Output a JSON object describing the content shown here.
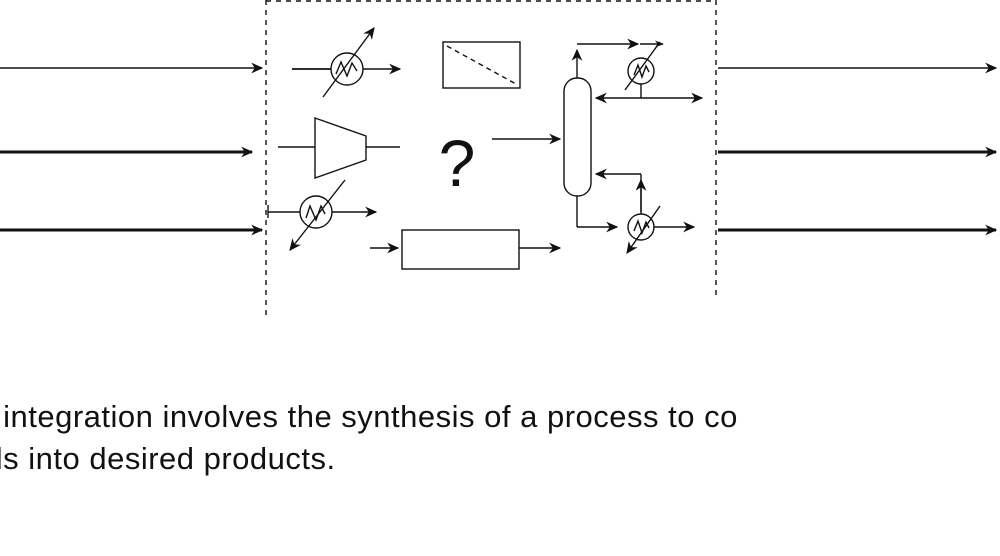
{
  "diagram": {
    "unknown_symbol": "?",
    "stroke_color": "#111111",
    "background": "#ffffff",
    "inputs": 3,
    "outputs": 3,
    "units": [
      "heat-exchanger-icon",
      "heat-exchanger-icon",
      "compressor-icon",
      "flash-drum-icon",
      "reactor-block-icon",
      "distillation-column-icon",
      "condenser-icon",
      "reboiler-icon"
    ]
  },
  "caption": {
    "line1": "s integration involves the synthesis of a process to co",
    "line2": "als into desired products."
  }
}
